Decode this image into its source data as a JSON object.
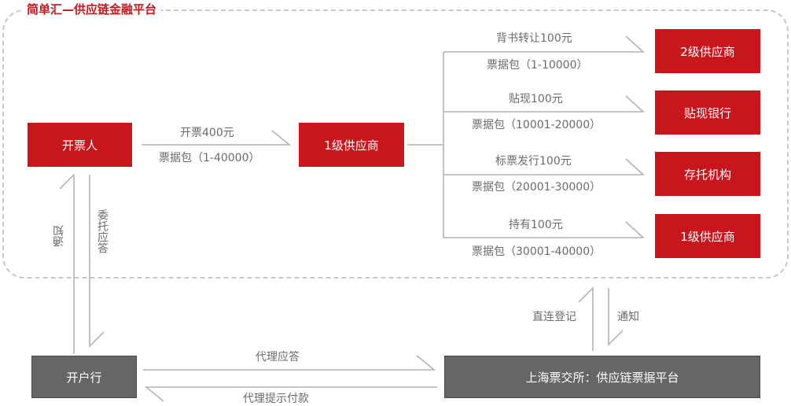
{
  "title": "简单汇—供应链金融平台",
  "nodes": {
    "issuer": "开票人",
    "tier1": "1级供应商",
    "tier2": "2级供应商",
    "discount_bank": "贴现银行",
    "custody": "存托机构",
    "tier1_hold": "1级供应商",
    "account_bank": "开户行",
    "exchange": "上海票交所：供应链票据平台"
  },
  "edges": {
    "issue_amount": "开票400元",
    "issue_bundle": "票据包（1-40000）",
    "endorse_amount": "背书转让100元",
    "endorse_bundle": "票据包（1-10000）",
    "discount_amount": "贴现100元",
    "discount_bundle": "票据包（10001-20000）",
    "bid_amount": "标票发行100元",
    "bid_bundle": "票据包（20001-30000）",
    "hold_amount": "持有100元",
    "hold_bundle": "票据包（30001-40000）",
    "notify_left": "通知",
    "entrust_reply": "委托应答",
    "direct_register": "直连登记",
    "notify_right": "通知",
    "agent_reply": "代理应答",
    "agent_pay": "代理提示付款"
  },
  "colors": {
    "accent_red": "#c8161d",
    "node_gray": "#666669",
    "line_gray": "#b4b4b4",
    "label_gray": "#6b6b6b"
  }
}
